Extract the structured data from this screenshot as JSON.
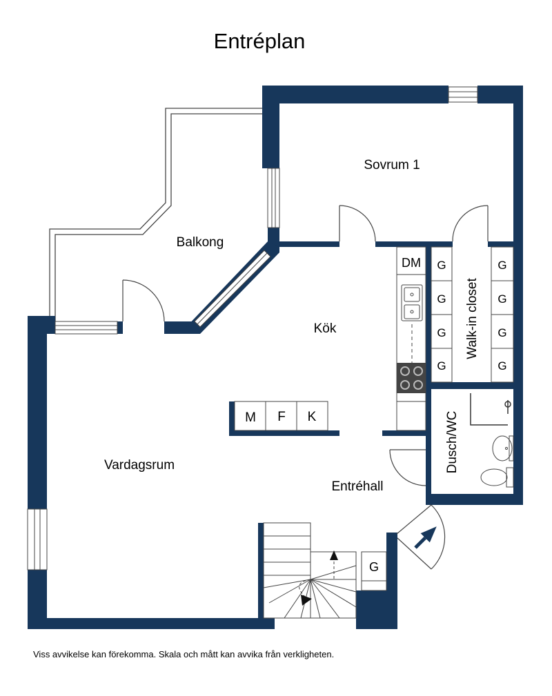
{
  "title": "Entréplan",
  "rooms": {
    "sovrum": "Sovrum 1",
    "balkong": "Balkong",
    "kok": "Kök",
    "vardagsrum": "Vardagsrum",
    "entrehall": "Entréhall",
    "walkin": "Walk-in closet",
    "dusch": "Dusch/WC"
  },
  "fixtures": {
    "dm": "DM",
    "closet_g": [
      "G",
      "G",
      "G",
      "G",
      "G",
      "G",
      "G",
      "G"
    ],
    "m": "M",
    "f": "F",
    "k": "K",
    "hall_g": "G"
  },
  "footnote": "Viss avvikelse kan förekomma. Skala och mått kan avvika från verkligheten.",
  "colors": {
    "wall": "#17375b",
    "line": "#4a4a4a",
    "stove": "#444444"
  }
}
